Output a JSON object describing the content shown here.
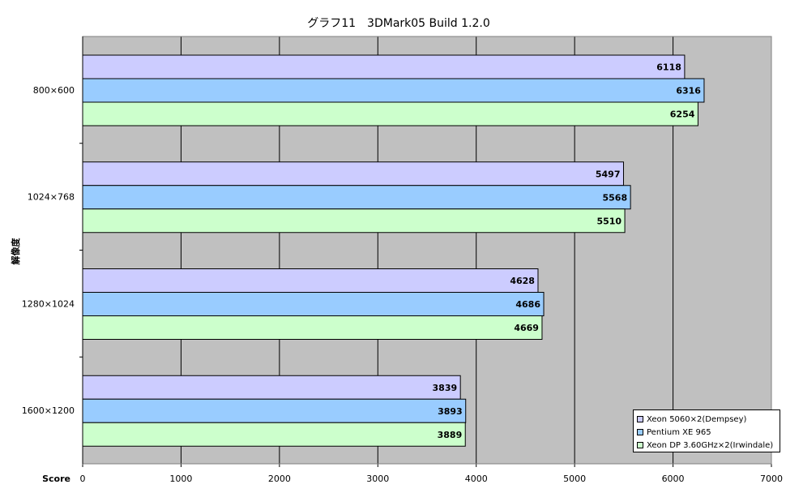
{
  "chart_data": {
    "type": "bar",
    "orientation": "horizontal",
    "title": "グラフ11　3DMark05  Build 1.2.0",
    "ylabel": "解像度",
    "xlabel": "Score",
    "categories": [
      "800×600",
      "1024×768",
      "1280×1024",
      "1600×1200"
    ],
    "series": [
      {
        "name": "Xeon 5060×2(Dempsey)",
        "color": "#ccccff",
        "values": [
          6118,
          5497,
          4628,
          3839
        ]
      },
      {
        "name": "Pentium XE 965",
        "color": "#99ccff",
        "values": [
          6316,
          5568,
          4686,
          3893
        ]
      },
      {
        "name": "Xeon DP 3.60GHz×2(Irwindale)",
        "color": "#ccffcc",
        "values": [
          6254,
          5510,
          4669,
          3889
        ]
      }
    ],
    "xlim": [
      0,
      7000
    ],
    "xticks": [
      0,
      1000,
      2000,
      3000,
      4000,
      5000,
      6000,
      7000
    ],
    "grid": true,
    "plot_background": "#c0c0c0",
    "legend_position": "bottom-right"
  }
}
